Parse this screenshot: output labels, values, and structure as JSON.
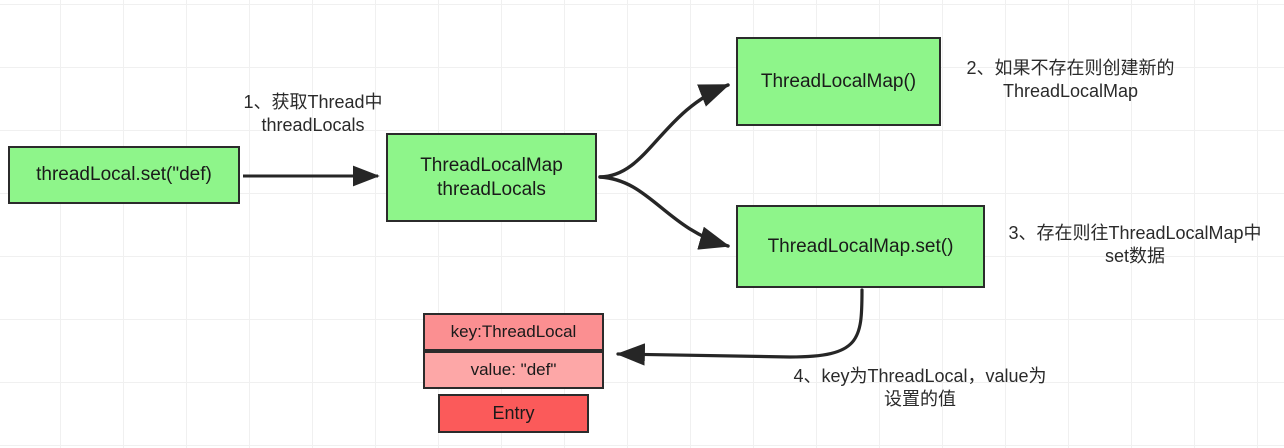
{
  "diagram": {
    "title": "ThreadLocal set flow",
    "background": {
      "grid": "light-grid",
      "grid_color": "#f0f0f0",
      "page_color": "#ffffff"
    },
    "colors": {
      "green_fill": "#8ef58a",
      "pink_dark_fill": "#fb8f91",
      "pink_light_fill": "#fda7a7",
      "red_fill": "#fb5a5a",
      "stroke": "#2b2b2b",
      "text": "#1a1a1a"
    },
    "nodes": {
      "entry_point": "threadLocal.set(\"def)",
      "threadlocals": "ThreadLocalMap\nthreadLocals",
      "new_map": "ThreadLocalMap()",
      "map_set": "ThreadLocalMap.set()",
      "entry_key": "key:ThreadLocal",
      "entry_value": "value: \"def\"",
      "entry_title": "Entry"
    },
    "labels": {
      "step1": "1、获取Thread中\nthreadLocals",
      "step2": "2、如果不存在则创建新的\nThreadLocalMap",
      "step3": "3、存在则往ThreadLocalMap中\nset数据",
      "step4": "4、key为ThreadLocal，value为\n设置的值"
    },
    "edges": [
      {
        "from": "entry_point",
        "to": "threadlocals",
        "label": "step1",
        "style": "straight-arrow"
      },
      {
        "from": "threadlocals",
        "to": "new_map",
        "label": "step2",
        "style": "curved-arrow"
      },
      {
        "from": "threadlocals",
        "to": "map_set",
        "label": "step3",
        "style": "curved-arrow"
      },
      {
        "from": "map_set",
        "to": "entry_value",
        "label": "step4",
        "style": "curved-arrow"
      }
    ]
  }
}
